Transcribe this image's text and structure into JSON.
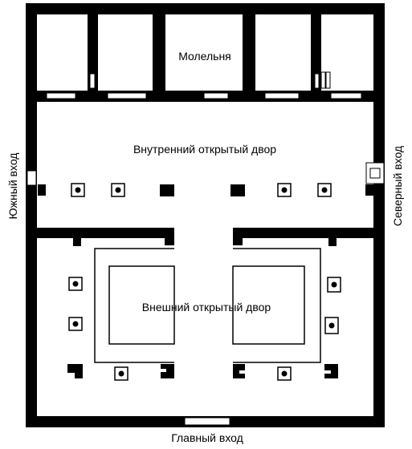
{
  "labels": {
    "prayer_room": "Молельня",
    "inner_court": "Внутренний открытый двор",
    "outer_court": "Внешний открытый двор",
    "south_entrance": "Южный вход",
    "north_entrance": "Северный вход",
    "main_entrance": "Главный вход"
  },
  "colors": {
    "wall": "#000000",
    "background": "#ffffff"
  }
}
